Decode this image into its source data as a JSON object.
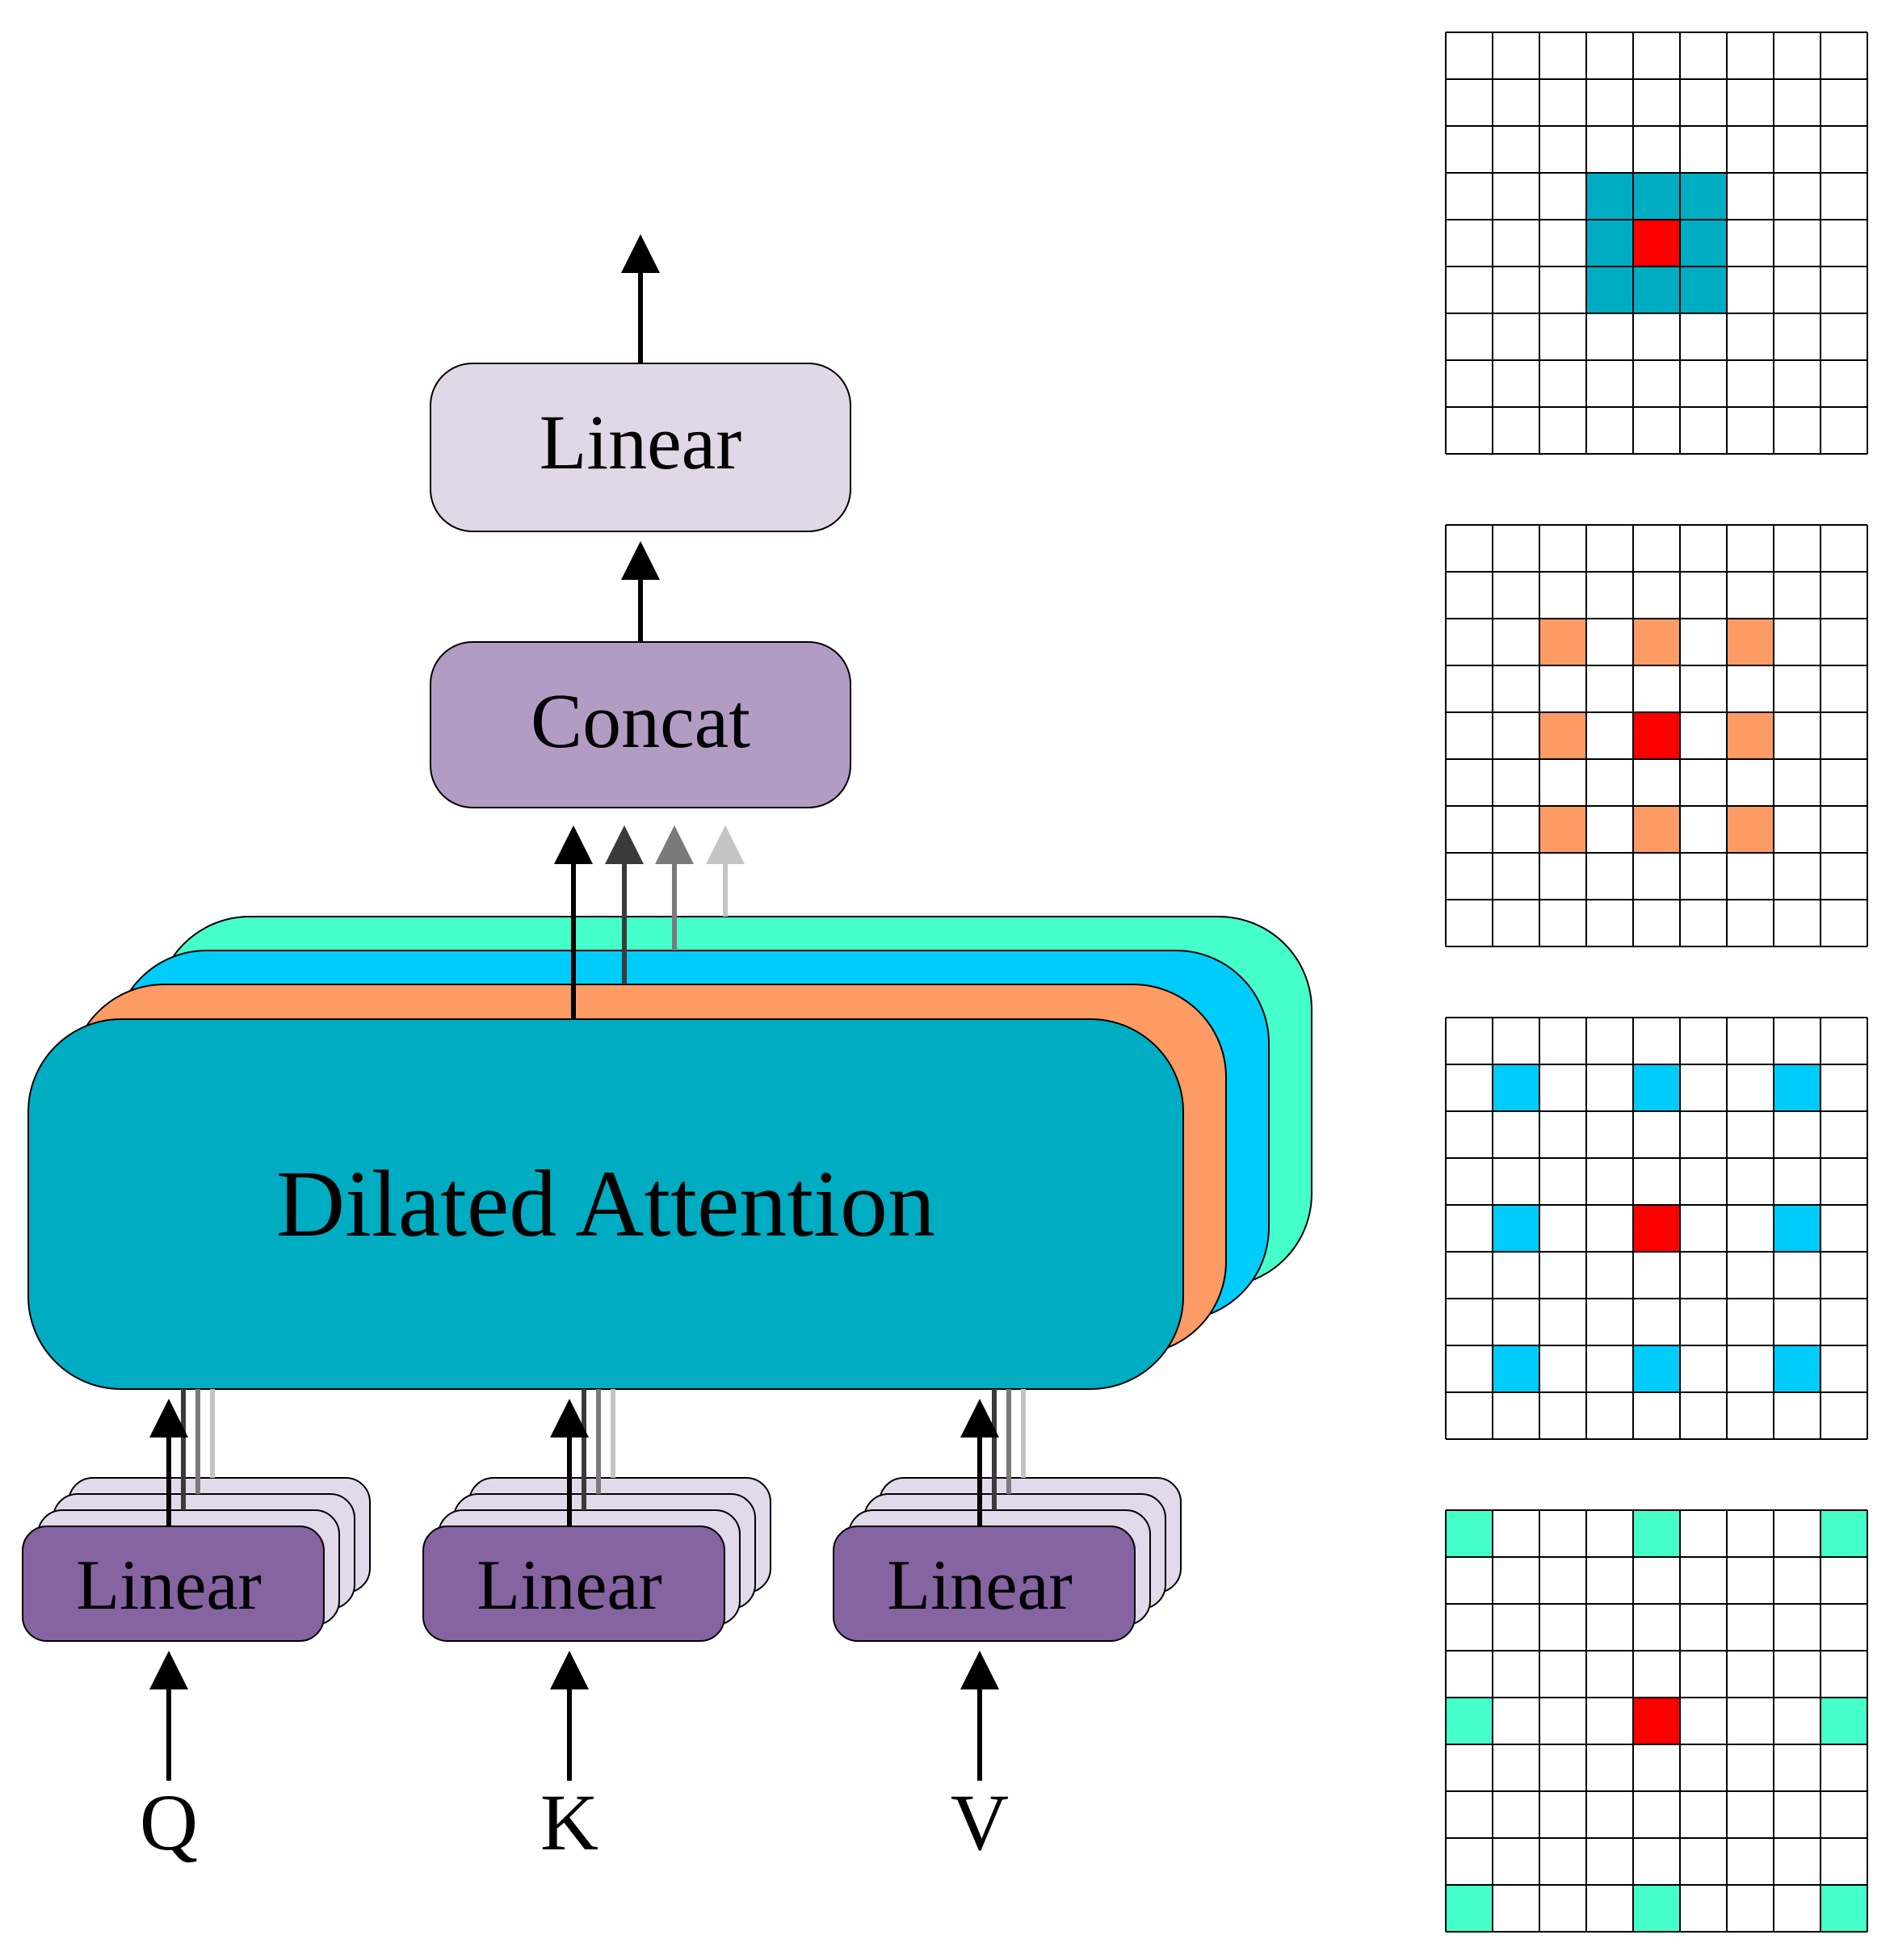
{
  "colors": {
    "output_linear_fill": "#e1d7e7",
    "concat_fill": "#b39cc4",
    "input_linear_fill": "#8663a1",
    "input_linear_stack_fill": "#e2d9ea",
    "attention_main_fill": "#00acc1",
    "attention_layer_2": "#fd9b64",
    "attention_layer_3": "#00ccfc",
    "attention_layer_4": "#45ffcb",
    "center_cell": "#ff0000",
    "grid_line": "#000000",
    "arrow_shades": [
      "#000000",
      "#3a3a3a",
      "#7a7a7a",
      "#c4c4c4"
    ]
  },
  "blocks": {
    "output_linear": "Linear",
    "concat": "Concat",
    "dilated_attention": "Dilated Attention",
    "input_linears": [
      {
        "name": "linear-q",
        "label": "Linear",
        "input": "Q"
      },
      {
        "name": "linear-k",
        "label": "Linear",
        "input": "K"
      },
      {
        "name": "linear-v",
        "label": "Linear",
        "input": "V"
      }
    ]
  },
  "dilation_grids": {
    "size": 9,
    "center": [
      4,
      4
    ],
    "patterns": [
      {
        "dilation": 1,
        "highlight": "#00acc1",
        "cells": [
          [
            3,
            3
          ],
          [
            3,
            4
          ],
          [
            3,
            5
          ],
          [
            4,
            3
          ],
          [
            4,
            5
          ],
          [
            5,
            3
          ],
          [
            5,
            4
          ],
          [
            5,
            5
          ]
        ]
      },
      {
        "dilation": 2,
        "highlight": "#fd9b64",
        "cells": [
          [
            2,
            2
          ],
          [
            2,
            4
          ],
          [
            2,
            6
          ],
          [
            4,
            2
          ],
          [
            4,
            6
          ],
          [
            6,
            2
          ],
          [
            6,
            4
          ],
          [
            6,
            6
          ]
        ]
      },
      {
        "dilation": 3,
        "highlight": "#00ccfc",
        "cells": [
          [
            1,
            1
          ],
          [
            1,
            4
          ],
          [
            1,
            7
          ],
          [
            4,
            1
          ],
          [
            4,
            7
          ],
          [
            7,
            1
          ],
          [
            7,
            4
          ],
          [
            7,
            7
          ]
        ]
      },
      {
        "dilation": 4,
        "highlight": "#45ffcb",
        "cells": [
          [
            0,
            0
          ],
          [
            0,
            4
          ],
          [
            0,
            8
          ],
          [
            4,
            0
          ],
          [
            4,
            8
          ],
          [
            8,
            0
          ],
          [
            8,
            4
          ],
          [
            8,
            8
          ]
        ]
      }
    ]
  }
}
